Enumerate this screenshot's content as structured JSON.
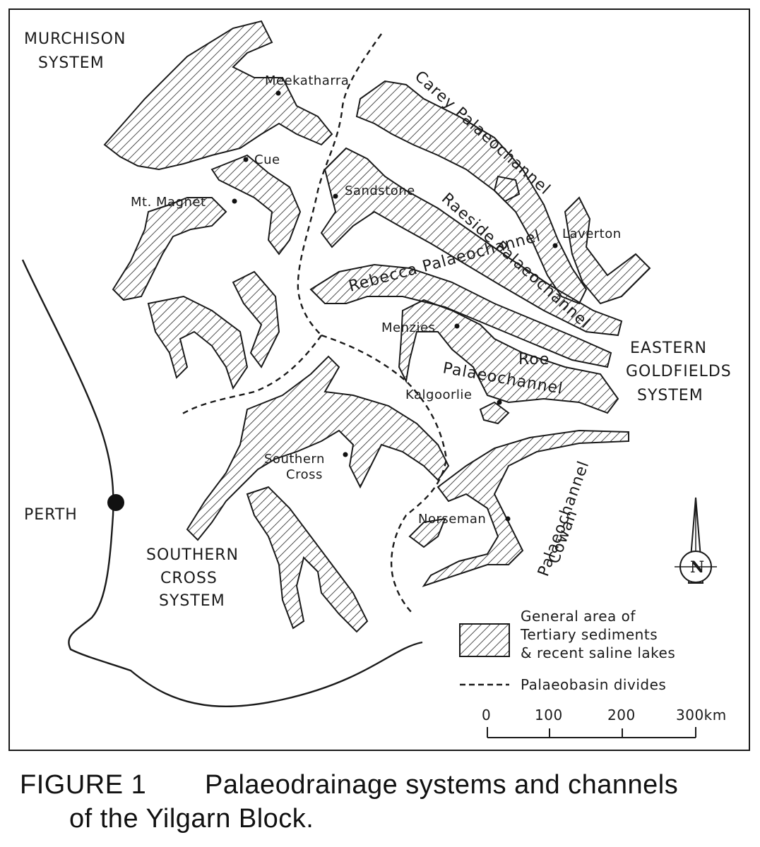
{
  "systems": {
    "murchison": [
      "MURCHISON",
      "SYSTEM"
    ],
    "southern_cross": [
      "SOUTHERN",
      "CROSS",
      "SYSTEM"
    ],
    "eastern_goldfields": [
      "EASTERN",
      "GOLDFIELDS",
      "SYSTEM"
    ]
  },
  "cities": {
    "perth": "PERTH"
  },
  "towns": {
    "meekatharra": "Meekatharra",
    "cue": "Cue",
    "mt_magnet": "Mt. Magnet",
    "sandstone": "Sandstone",
    "laverton": "Laverton",
    "menzies": "Menzies",
    "kalgoorlie": "Kalgoorlie",
    "southern_cross": [
      "Southern",
      "Cross"
    ],
    "norseman": "Norseman"
  },
  "channels": {
    "carey": "Carey Palaeochannel",
    "raeside": "Raeside Palaeochannel",
    "rebecca": "Rebecca Palaeochannel",
    "roe": [
      "Roe",
      "Palaeochannel"
    ],
    "cowan": [
      "Cowan",
      "Palaeochannel"
    ]
  },
  "north_arrow": "N",
  "legend": {
    "sediments": [
      "General area of",
      "Tertiary sediments",
      "& recent saline lakes"
    ],
    "divides": "Palaeobasin divides"
  },
  "scale_bar": {
    "ticks": [
      "0",
      "100",
      "200",
      "300km"
    ],
    "values_km": [
      0,
      100,
      200,
      300
    ]
  },
  "caption": {
    "number": "FIGURE 1",
    "title_line1": "Palaeodrainage systems and channels",
    "title_line2": "of the Yilgarn Block."
  }
}
